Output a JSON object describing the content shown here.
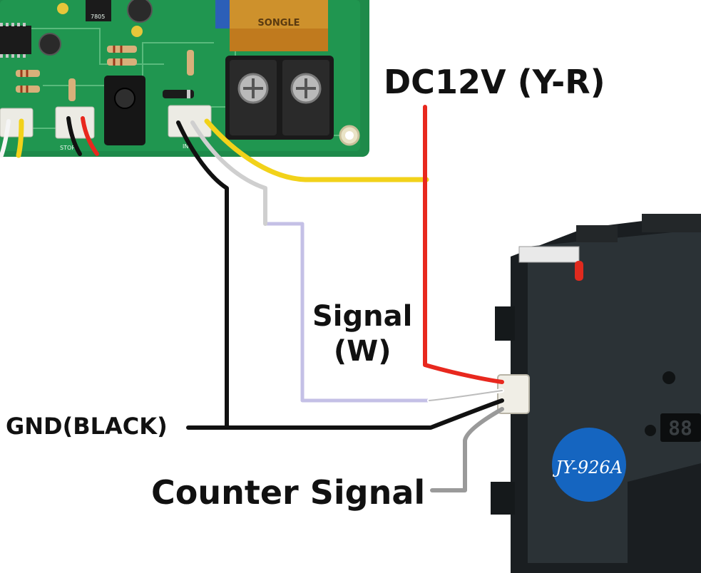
{
  "labels": {
    "power": "DC12V (Y-R)",
    "signal_line1": "Signal",
    "signal_line2": "(W)",
    "ground": "GND(BLACK)",
    "counter": "Counter Signal"
  },
  "pcb": {
    "relay_text": "SONGLE",
    "silk_labels": [
      "7805",
      "STOP",
      "IN"
    ]
  },
  "device": {
    "model": "JY-926A",
    "display": "88"
  },
  "colors": {
    "power_wire": "#e8281e",
    "power_yellow": "#f2d21a",
    "signal_wire": "#c4c0e6",
    "ground_wire": "#111111",
    "counter_wire": "#9a9a9a",
    "pcb_green": "#1e8a4a",
    "device_body": "#2b3236",
    "badge_blue": "#1565c0"
  }
}
